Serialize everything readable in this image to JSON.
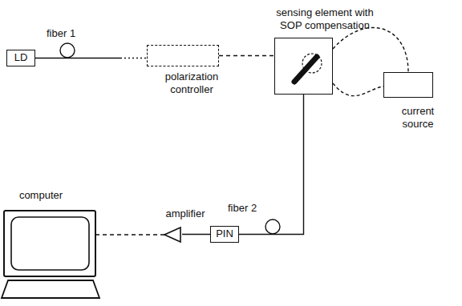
{
  "diagram": {
    "nodes": [
      {
        "text": [
          "LD"
        ]
      },
      {
        "text": [
          "polarization controller"
        ]
      },
      {
        "text": [
          "sensing element with SOP compensation"
        ]
      },
      {
        "text": [
          "current source"
        ]
      },
      {
        "text": [
          "computer"
        ]
      },
      {
        "text": [
          "amplifier"
        ]
      },
      {
        "text": [
          "PIN"
        ]
      }
    ],
    "edges": [
      {
        "from": 0,
        "to": 1,
        "arrow": "none"
      },
      {
        "from": 1,
        "to": 2,
        "arrow": "none"
      },
      {
        "from": 2,
        "to": 3,
        "arrow": "none"
      },
      {
        "from": 2,
        "to": 3,
        "arrow": "none"
      },
      {
        "from": 2,
        "to": 6,
        "arrow": "none"
      },
      {
        "from": 6,
        "to": 5,
        "arrow": "none"
      },
      {
        "from": 5,
        "to": 4,
        "arrow": "none"
      }
    ],
    "labels": [
      "fiber 1",
      "fiber 2"
    ]
  }
}
